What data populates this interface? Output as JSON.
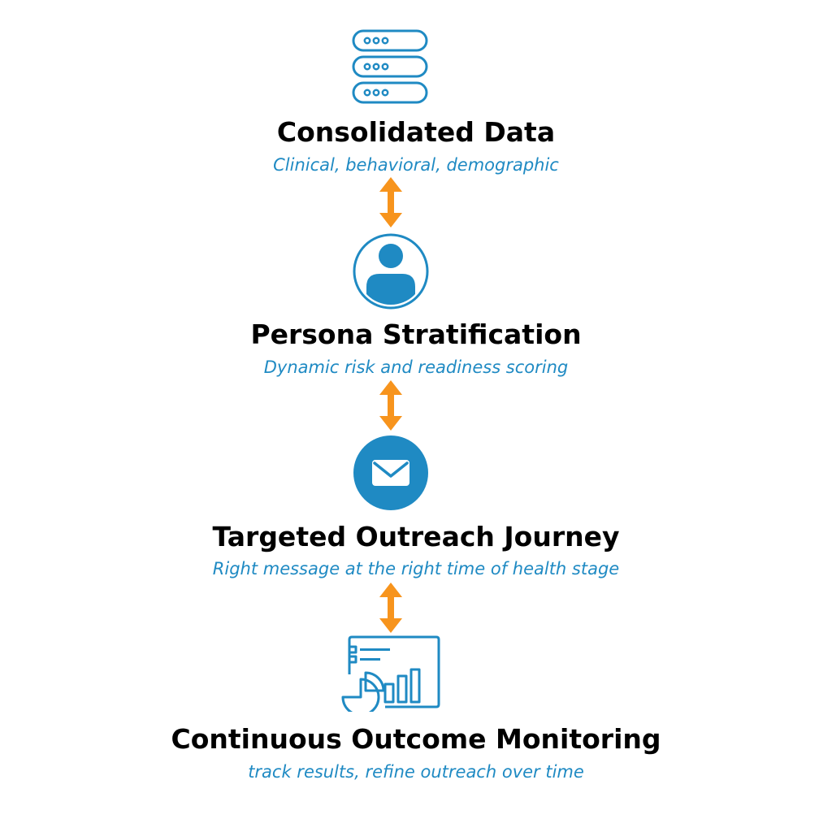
{
  "colors": {
    "icon_blue": "#1f8ac3",
    "arrow_orange": "#f7941d",
    "title_black": "#000000"
  },
  "steps": [
    {
      "icon": "database-icon",
      "title": "Consolidated Data",
      "subtitle": "Clinical, behavioral, demographic"
    },
    {
      "icon": "user-profile-icon",
      "title": "Persona Stratification",
      "subtitle": "Dynamic risk and readiness scoring"
    },
    {
      "icon": "envelope-icon",
      "title": "Targeted Outreach Journey",
      "subtitle": "Right message at the right time of health stage"
    },
    {
      "icon": "dashboard-chart-icon",
      "title": "Continuous Outcome Monitoring",
      "subtitle": "track results, refine outreach over time"
    }
  ]
}
